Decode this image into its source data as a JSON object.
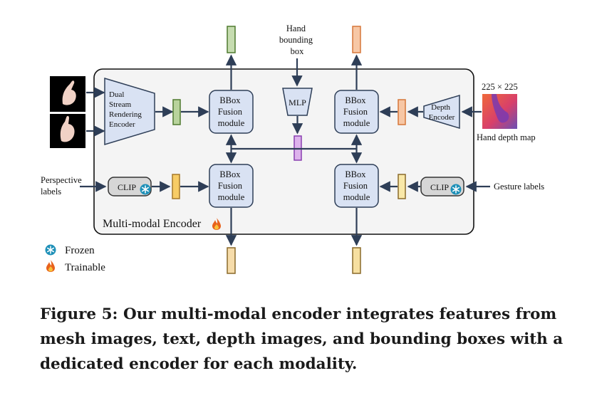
{
  "diagram": {
    "hand_bbox_label": [
      "Hand",
      "bounding",
      "box"
    ],
    "dual_stream_encoder": [
      "Dual",
      "Stream",
      "Rendering",
      "Encoder"
    ],
    "bbox_fusion_module": [
      "BBox",
      "Fusion",
      "module"
    ],
    "mlp_label": "MLP",
    "depth_encoder": [
      "Depth",
      "Encoder"
    ],
    "depth_size": "225 × 225",
    "hand_depth_map": "Hand depth map",
    "perspective_labels": [
      "Perspective",
      "labels"
    ],
    "gesture_labels": "Gesture labels",
    "clip_label": "CLIP",
    "container_label": "Multi-modal Encoder",
    "legend": {
      "frozen": "Frozen",
      "trainable": "Trainable"
    },
    "colors": {
      "box_fill": "#d9e2f3",
      "box_stroke": "#2e3e57",
      "container_fill": "#f4f4f4",
      "arrow": "#2e3e57",
      "mesh_feature": "#b8d39c",
      "bbox_feature": "#ddb2ec",
      "depth_feature": "#f7c7a5",
      "text_feature": "#f7cc66",
      "frozen_icon": "#1e90b8",
      "trainable_icon": "#e8621c"
    }
  },
  "caption": "Figure 5: Our multi-modal encoder integrates features from mesh images, text, depth images, and bounding boxes with a dedicated encoder for each modality."
}
